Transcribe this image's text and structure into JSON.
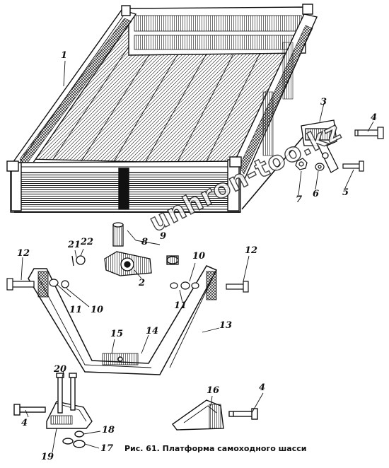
{
  "caption": "Рис. 61. Платформа самоходного шасси",
  "watermark": "unhron-too.kz",
  "callouts": {
    "c1": "1",
    "c2": "2",
    "c3": "3",
    "c4a": "4",
    "c4b": "4",
    "c4c": "4",
    "c5": "5",
    "c6": "6",
    "c7": "7",
    "c8": "8",
    "c9": "9",
    "c10a": "10",
    "c10b": "10",
    "c11a": "11",
    "c11b": "11",
    "c12a": "12",
    "c12b": "12",
    "c13": "13",
    "c14": "14",
    "c15": "15",
    "c16": "16",
    "c17": "17",
    "c18": "18",
    "c19": "19",
    "c20": "20",
    "c21": "21",
    "c22": "22"
  },
  "colors": {
    "ink": "#111111",
    "paper": "#ffffff"
  }
}
